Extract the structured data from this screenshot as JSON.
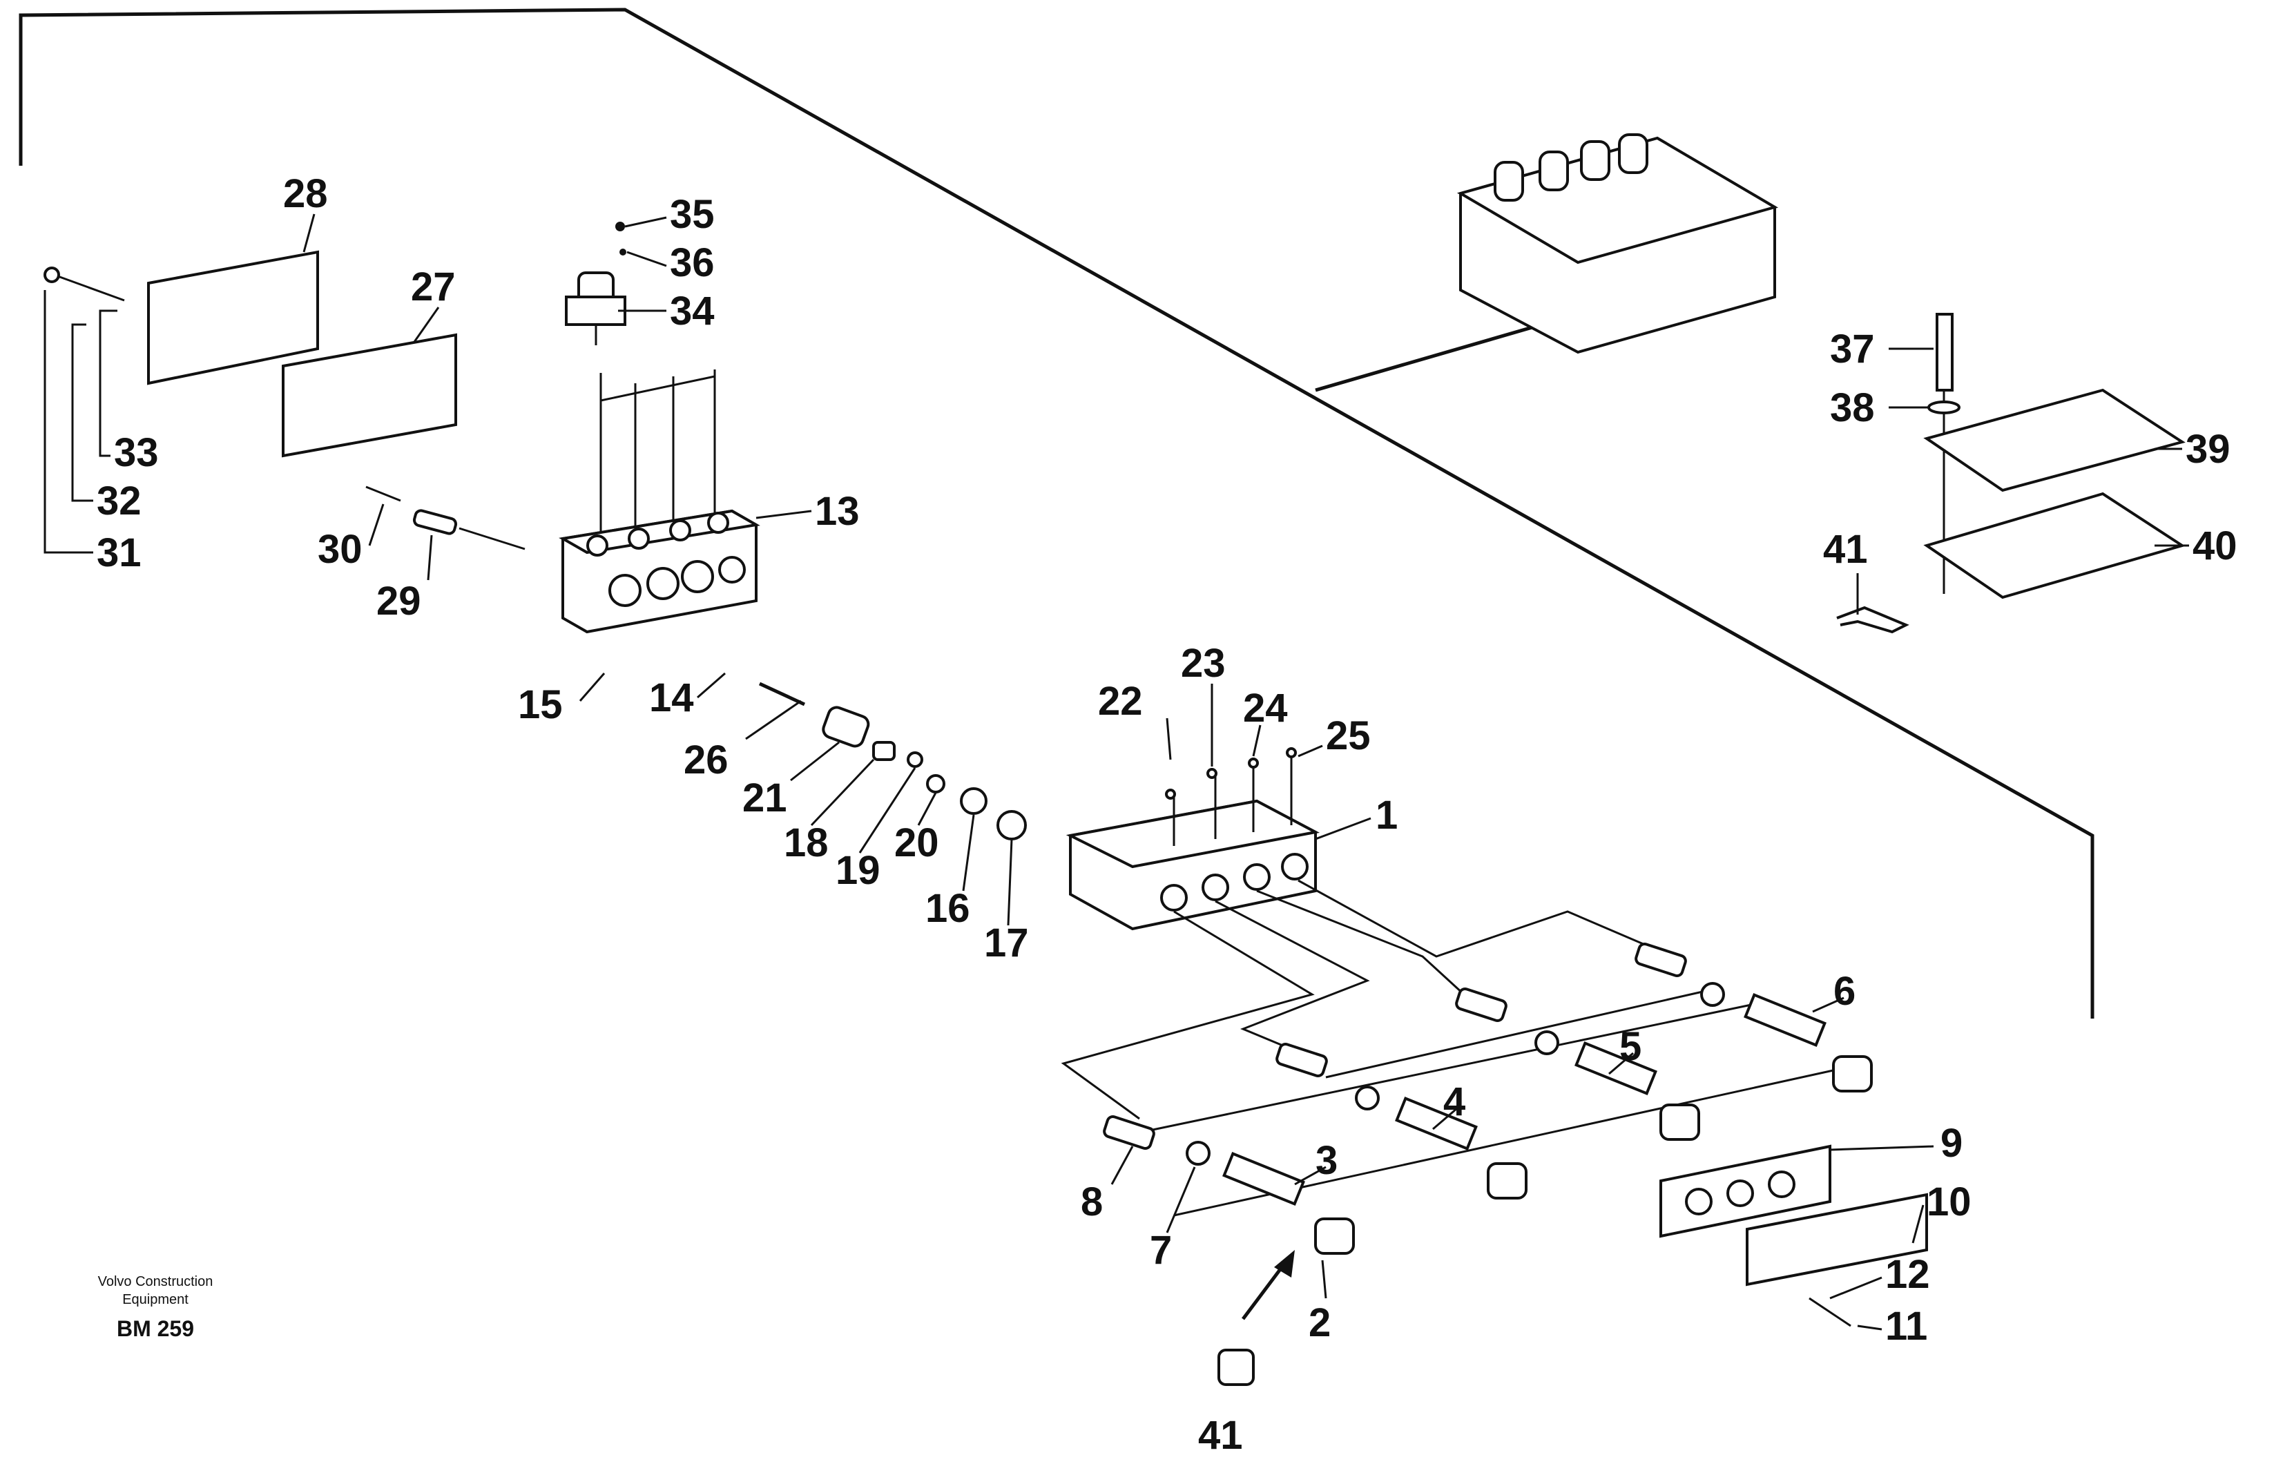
{
  "callouts": [
    "1",
    "2",
    "3",
    "4",
    "5",
    "6",
    "7",
    "8",
    "9",
    "10",
    "11",
    "12",
    "13",
    "14",
    "15",
    "16",
    "17",
    "18",
    "19",
    "20",
    "21",
    "22",
    "23",
    "24",
    "25",
    "26",
    "27",
    "28",
    "29",
    "30",
    "31",
    "32",
    "33",
    "34",
    "35",
    "36",
    "37",
    "38",
    "39",
    "40",
    "41",
    "41"
  ],
  "footer": {
    "line1": "Volvo Construction",
    "line2": "Equipment",
    "code": "BM 259"
  },
  "colors": {
    "ink": "#111111",
    "paper": "#ffffff"
  }
}
